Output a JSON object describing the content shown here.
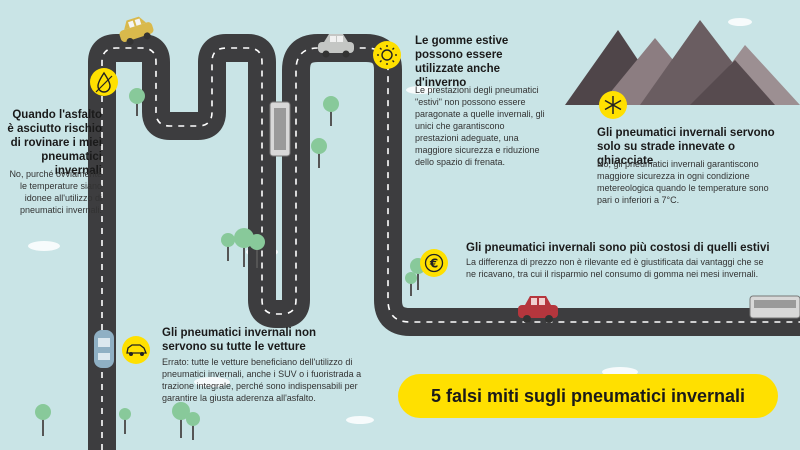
{
  "myths": [
    {
      "icon": "water-drop-icon",
      "title": "Quando l'asfalto è asciutto rischio di rovinare i miei pneumatici invernali",
      "body": "No, purché ovviamente le temperature siano idonee all'utilizzo di pneumatici invernali."
    },
    {
      "icon": "sun-icon",
      "title": "Le gomme estive possono essere utilizzate anche d'inverno",
      "body": "Le prestazioni degli pneumatici \"estivi\" non possono essere paragonate a quelle invernali, gli unici che garantiscono prestazioni adeguate, una maggiore sicurezza e riduzione dello spazio di frenata."
    },
    {
      "icon": "snowflake-icon",
      "title": "Gli pneumatici invernali servono solo su strade innevate o ghiacciate",
      "body": "No, gli pneumatici invernali garantiscono maggiore sicurezza in ogni condizione metereologica quando le temperature sono pari o inferiori a 7°C."
    },
    {
      "icon": "euro-icon",
      "title": "Gli pneumatici invernali sono più costosi di quelli estivi",
      "body": "La differenza di prezzo non è rilevante ed è giustificata dai vantaggi che se ne ricavano, tra cui il risparmio nel consumo di gomma nei mesi invernali."
    },
    {
      "icon": "car-icon",
      "title": "Gli pneumatici invernali non servono su tutte le vetture",
      "body": "Errato: tutte le vetture beneficiano dell'utilizzo di pneumatici invernali, anche i SUV o i fuoristrada a trazione integrale, perché sono indispensabili per garantire la giusta aderenza all'asfalto."
    }
  ],
  "banner": "5 falsi miti sugli pneumatici invernali",
  "colors": {
    "background": "#c9e4e6",
    "road": "#3d3d3f",
    "accent": "#ffe000",
    "mountain": "#8a7d80"
  }
}
